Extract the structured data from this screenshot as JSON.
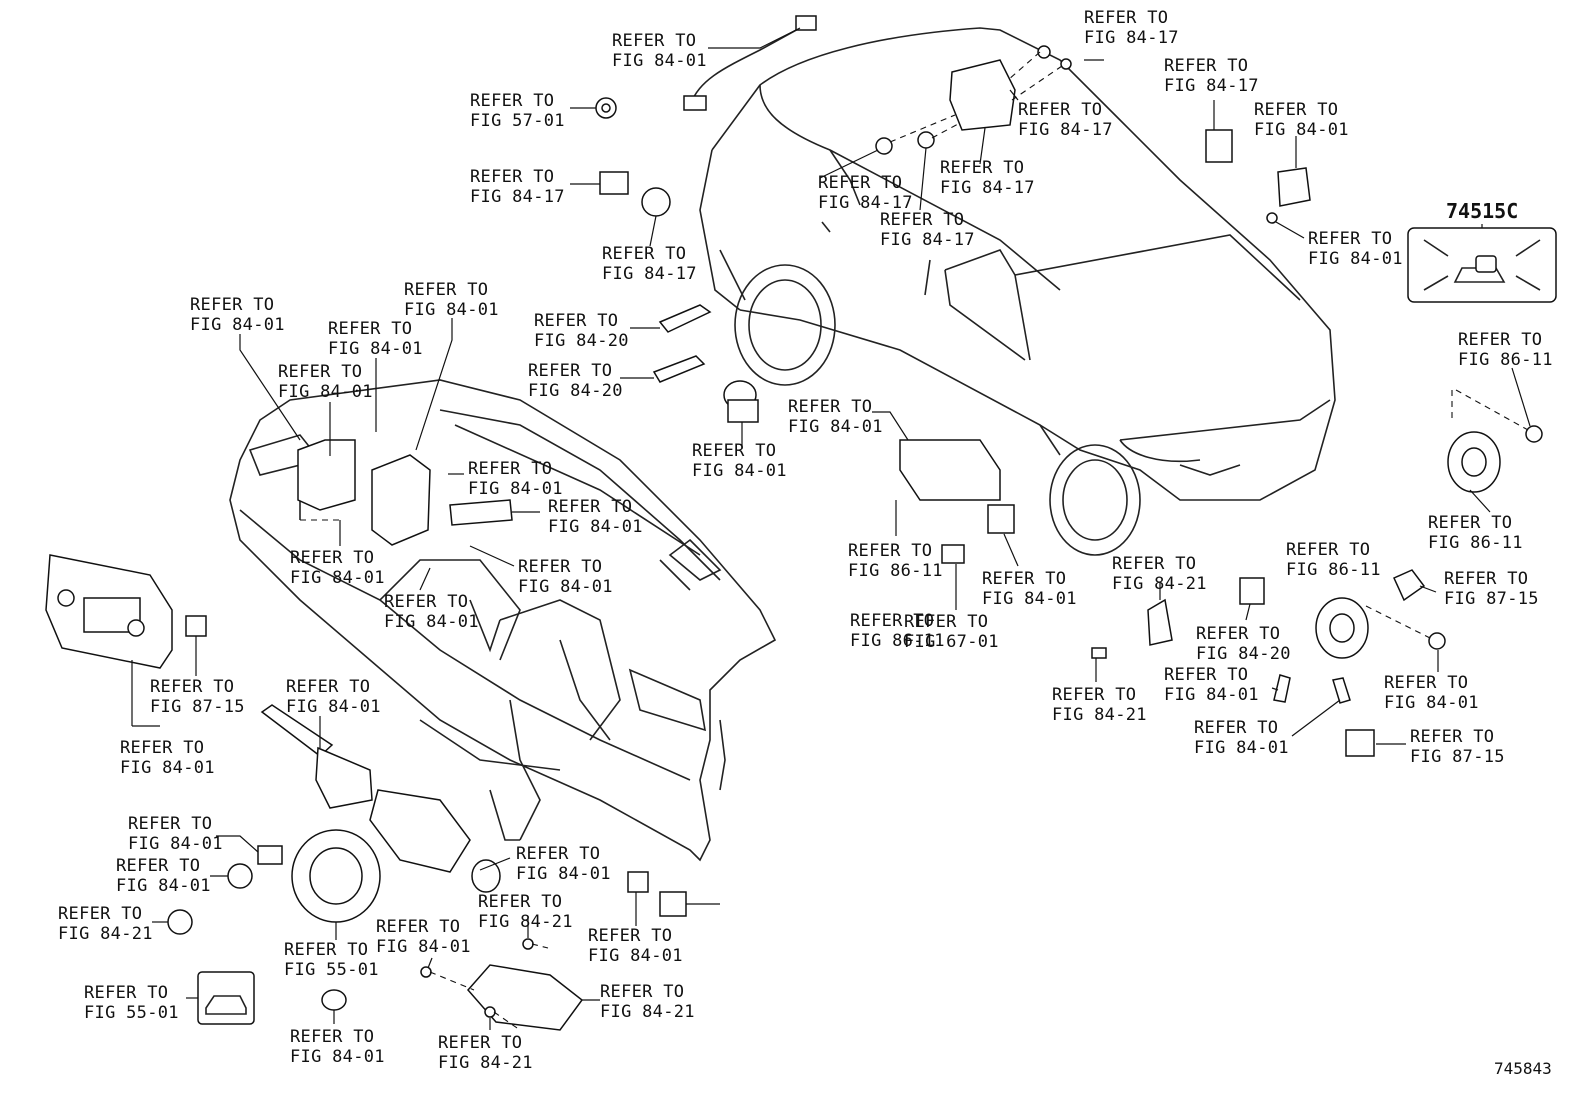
{
  "refer_to": "REFER TO",
  "part_number": "74515C",
  "illustration_number": "745843",
  "callouts": [
    {
      "fig": "FIG 84-01"
    },
    {
      "fig": "FIG 57-01"
    },
    {
      "fig": "FIG 84-17"
    },
    {
      "fig": "FIG 84-17"
    },
    {
      "fig": "FIG 84-17"
    },
    {
      "fig": "FIG 84-17"
    },
    {
      "fig": "FIG 84-17"
    },
    {
      "fig": "FIG 84-17"
    },
    {
      "fig": "FIG 84-17"
    },
    {
      "fig": "FIG 84-17"
    },
    {
      "fig": "FIG 84-01"
    },
    {
      "fig": "FIG 84-01"
    },
    {
      "fig": "FIG 86-11"
    },
    {
      "fig": "FIG 84-01"
    },
    {
      "fig": "FIG 84-01"
    },
    {
      "fig": "FIG 84-01"
    },
    {
      "fig": "FIG 84-20"
    },
    {
      "fig": "FIG 84-20"
    },
    {
      "fig": "FIG 84-01"
    },
    {
      "fig": "FIG 84-01"
    },
    {
      "fig": "FIG 84-01"
    },
    {
      "fig": "FIG 84-01"
    },
    {
      "fig": "FIG 84-01"
    },
    {
      "fig": "FIG 84-01"
    },
    {
      "fig": "FIG 84-01"
    },
    {
      "fig": "FIG 84-01"
    },
    {
      "fig": "FIG 86-11"
    },
    {
      "fig": "FIG 84-01"
    },
    {
      "fig": "FIG 86-11"
    },
    {
      "fig": "FIG 67-01"
    },
    {
      "fig": "FIG 84-21"
    },
    {
      "fig": "FIG 86-11"
    },
    {
      "fig": "FIG 87-15"
    },
    {
      "fig": "FIG 84-20"
    },
    {
      "fig": "FIG 84-21"
    },
    {
      "fig": "FIG 84-01"
    },
    {
      "fig": "FIG 86-11"
    },
    {
      "fig": "FIG 84-01"
    },
    {
      "fig": "FIG 84-01"
    },
    {
      "fig": "FIG 87-15"
    },
    {
      "fig": "FIG 87-15"
    },
    {
      "fig": "FIG 84-01"
    },
    {
      "fig": "FIG 84-01"
    },
    {
      "fig": "FIG 84-01"
    },
    {
      "fig": "FIG 84-01"
    },
    {
      "fig": "FIG 84-01"
    },
    {
      "fig": "FIG 84-21"
    },
    {
      "fig": "FIG 84-21"
    },
    {
      "fig": "FIG 84-01"
    },
    {
      "fig": "FIG 55-01"
    },
    {
      "fig": "FIG 84-01"
    },
    {
      "fig": "FIG 55-01"
    },
    {
      "fig": "FIG 84-21"
    },
    {
      "fig": "FIG 84-01"
    },
    {
      "fig": "FIG 84-21"
    }
  ]
}
